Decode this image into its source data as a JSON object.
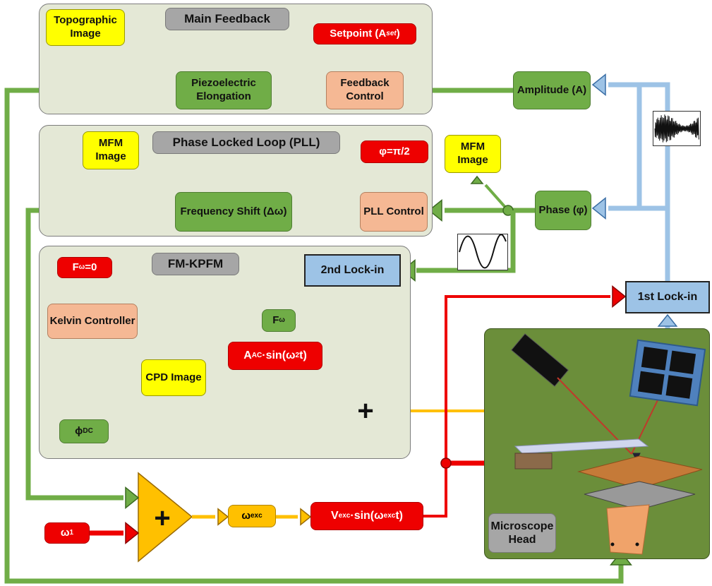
{
  "panels": {
    "main_feedback": "Main Feedback",
    "pll": "Phase Locked Loop (PLL)",
    "fm_kpfm": "FM-KPFM"
  },
  "blocks": {
    "topographic_image": "Topographic Image",
    "setpoint": "Setpoint (A",
    "setpoint_sub": "set",
    "setpoint_close": ")",
    "feedback_control": "Feedback Control",
    "piezo": "Piezoelectric Elongation",
    "amplitude": "Amplitude (A)",
    "mfm_image_1": "MFM Image",
    "phi_setpoint": "φ=π/2",
    "pll_control": "PLL Control",
    "frequency_shift": "Frequency Shift (Δω)",
    "mfm_image_2": "MFM Image",
    "phase": "Phase (φ)",
    "f_omega_zero_main": "F",
    "f_omega_zero_sub": "ω",
    "f_omega_zero_tail": "=0",
    "second_lockin": "2nd Lock-in",
    "kelvin_controller": "Kelvin Controller",
    "f_omega_main": "F",
    "f_omega_sub": "ω",
    "aac_a": "A",
    "aac_sub": "AC",
    "aac_tail": "·sin(ω",
    "aac_sub2": "2",
    "aac_end": "t)",
    "cpd_image": "CPD Image",
    "phi_dc_main": "ϕ",
    "phi_dc_sub": "DC",
    "first_lockin": "1st Lock-in",
    "omega_exc_main": "ω",
    "omega_exc_sub": "exc",
    "vexc_a": "V",
    "vexc_sub": "exc",
    "vexc_tail": "·sin(ω",
    "vexc_sub2": "exc",
    "vexc_end": "t)",
    "omega1_main": "ω",
    "omega1_sub": "1",
    "microscope_head": "Microscope Head"
  },
  "symbols": {
    "adder": "+"
  },
  "colors": {
    "green": "#70ad47",
    "red": "#ee0000",
    "yellow": "#ffff00",
    "peach": "#f5b894",
    "blue": "#9dc3e6",
    "orange": "#ffc000",
    "panel": "#e4e8d6",
    "head_bg": "#6b8e3a"
  }
}
